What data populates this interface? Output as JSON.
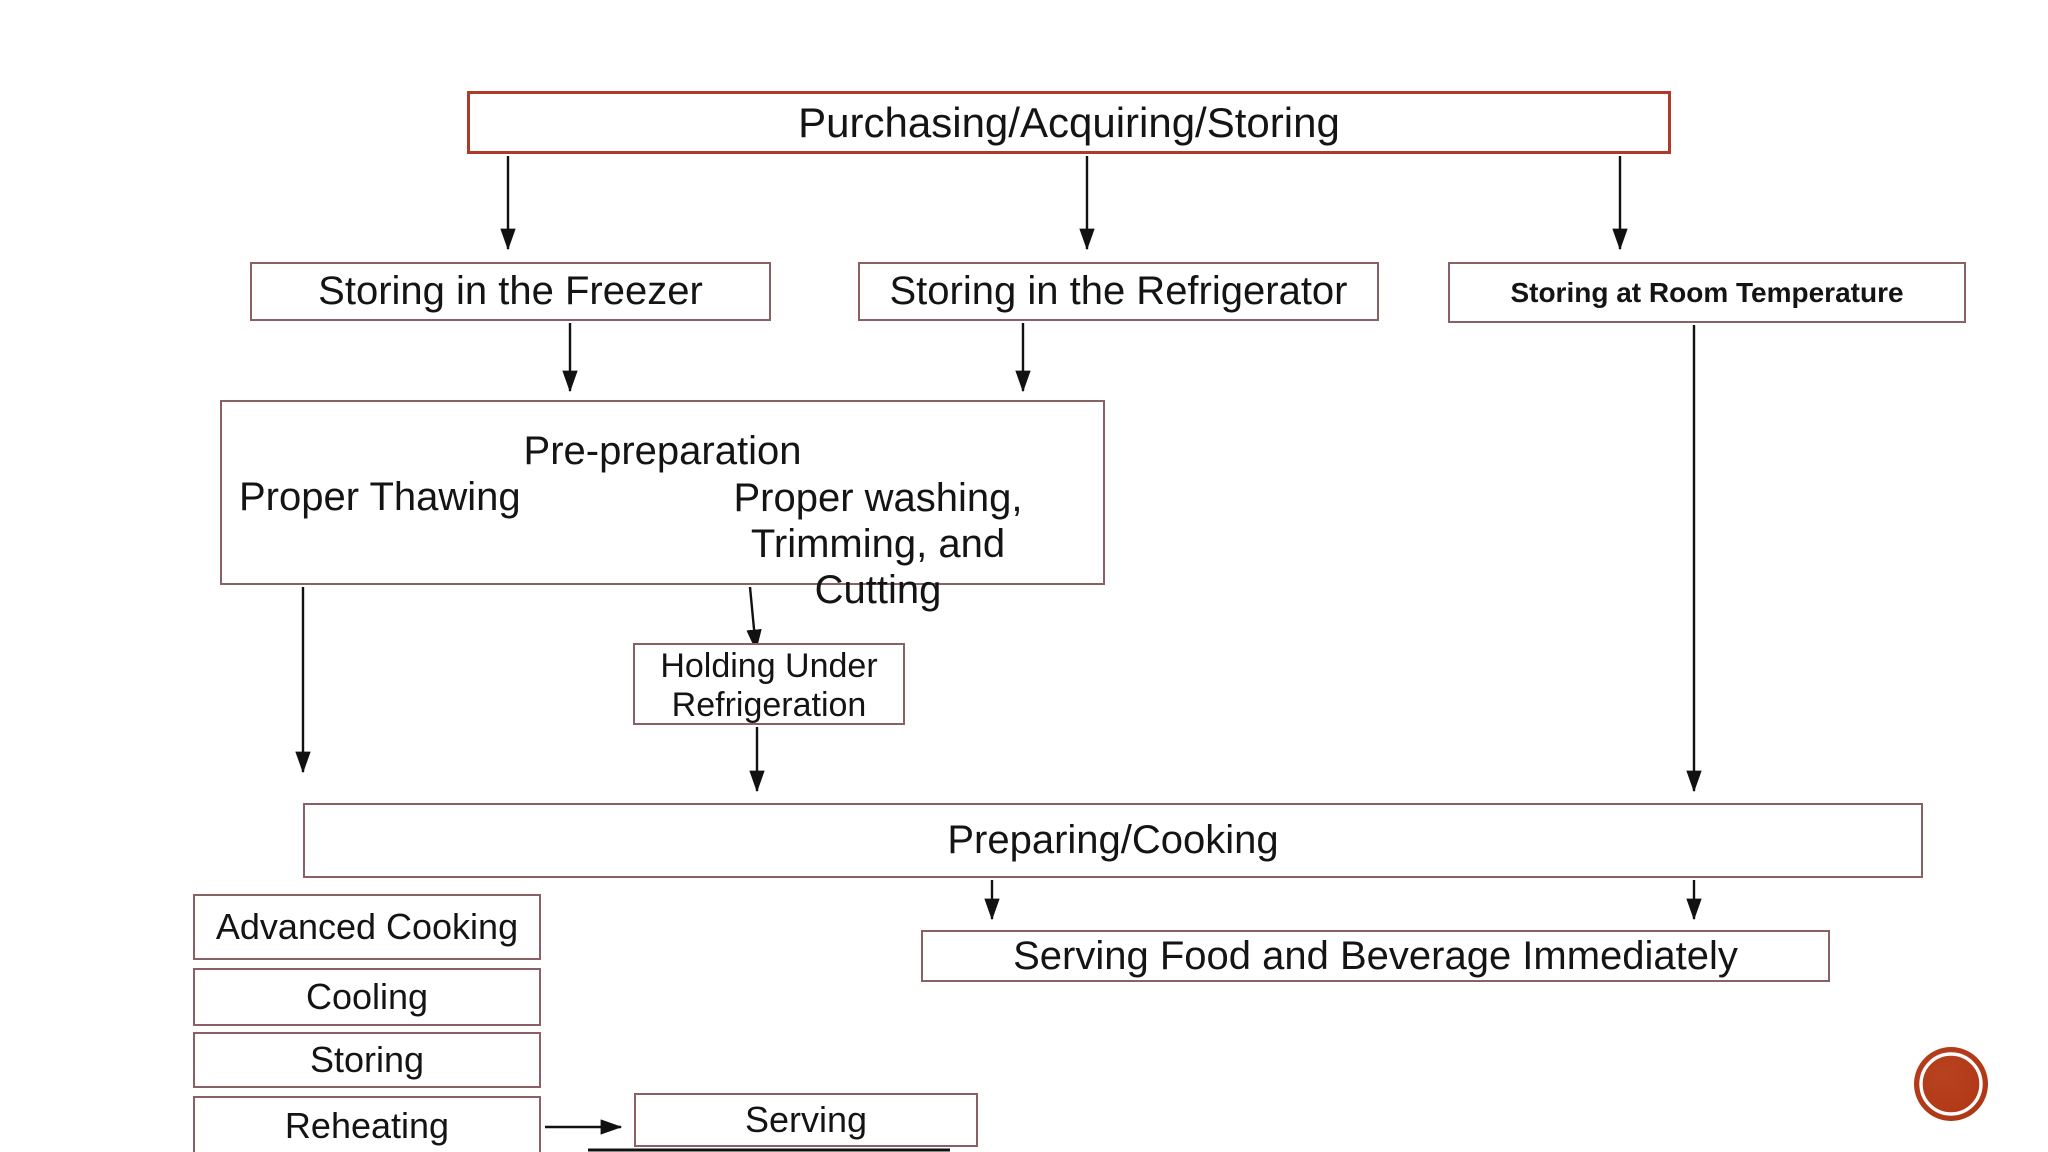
{
  "diagram": {
    "title_hint": "Food flow diagram",
    "colors": {
      "primary_border": "#ae3a28",
      "secondary_border": "#8a6065",
      "arrow": "#111111",
      "text": "#141414",
      "badge_fill": "#b53a1d",
      "badge_ring": "#ffffff"
    },
    "nodes": {
      "purchasing": {
        "label": "Purchasing/Acquiring/Storing"
      },
      "freezer": {
        "label": "Storing in the Freezer"
      },
      "refrigerator": {
        "label": "Storing in the Refrigerator"
      },
      "room_temp": {
        "label": "Storing at Room Temperature"
      },
      "preprep": {
        "title": "Pre-preparation",
        "left_item": "Proper Thawing",
        "right_item_line1": "Proper washing,",
        "right_item_line2": "Trimming, and Cutting"
      },
      "holding": {
        "line1": "Holding Under",
        "line2": "Refrigeration"
      },
      "preparing": {
        "label": "Preparing/Cooking"
      },
      "serving_food": {
        "label": "Serving Food and Beverage Immediately"
      },
      "advanced_cooking": {
        "label": "Advanced Cooking"
      },
      "cooling": {
        "label": "Cooling"
      },
      "storing": {
        "label": "Storing"
      },
      "reheating": {
        "label": "Reheating"
      },
      "serving": {
        "label": "Serving"
      }
    },
    "edges": [
      {
        "from": "purchasing",
        "to": "freezer"
      },
      {
        "from": "purchasing",
        "to": "refrigerator"
      },
      {
        "from": "purchasing",
        "to": "room_temp"
      },
      {
        "from": "freezer",
        "to": "preprep"
      },
      {
        "from": "refrigerator",
        "to": "preprep"
      },
      {
        "from": "preprep",
        "to": "holding"
      },
      {
        "from": "preprep",
        "to": "preparing"
      },
      {
        "from": "holding",
        "to": "preparing"
      },
      {
        "from": "room_temp",
        "to": "preparing"
      },
      {
        "from": "preparing",
        "to": "serving_food"
      },
      {
        "from": "preparing",
        "to": "serving_food_right"
      },
      {
        "from": "reheating",
        "to": "serving"
      }
    ]
  }
}
